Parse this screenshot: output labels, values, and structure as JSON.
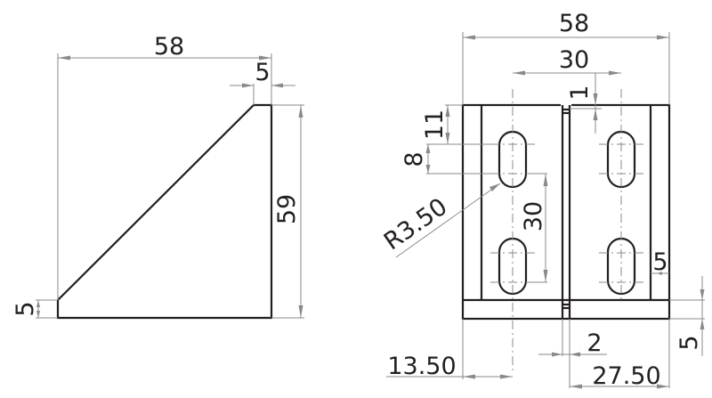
{
  "drawing": {
    "side_view": {
      "overall_width": "58",
      "top_flat_width": "5",
      "height": "59",
      "bottom_flat_height": "5"
    },
    "front_view": {
      "overall_width": "58",
      "slot_spacing_horizontal": "30",
      "center_gap_offset": "1",
      "top_to_slot": "11",
      "slot_length": "8",
      "slot_radius": "R3.50",
      "slot_spacing_vertical": "30",
      "edge_to_slot_center": "13.50",
      "center_gap_width": "2",
      "half_width": "27.50",
      "side_flange_width": "5",
      "base_thickness": "5"
    }
  },
  "colors": {
    "part_line": "#231f20",
    "dimension_line": "#8a8a8a",
    "background": "#ffffff"
  }
}
